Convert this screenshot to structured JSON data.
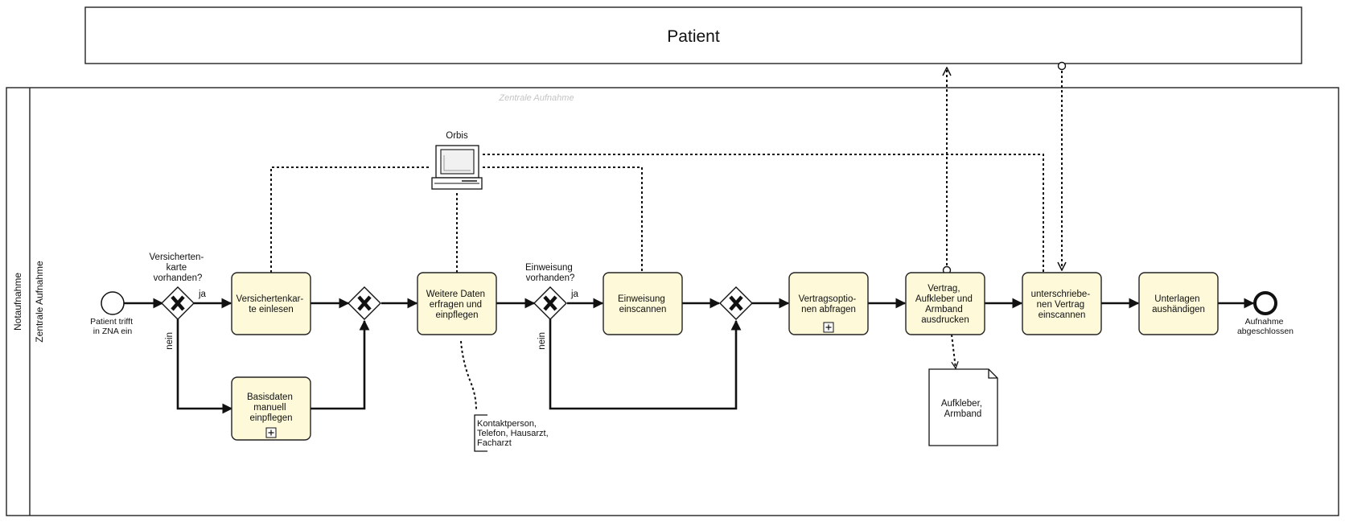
{
  "pool_patient": {
    "label": "Patient"
  },
  "pool_main": {
    "label": "Notaufnahme",
    "lane_label": "Zentrale Aufnahme",
    "lane_watermark": "Zentrale Aufnahme"
  },
  "events": {
    "start": [
      "Patient trifft",
      "in ZNA ein"
    ],
    "end": [
      "Aufnahme",
      "abgeschlossen"
    ]
  },
  "gateways": {
    "g1_question": [
      "Versicherten-",
      "karte",
      "vorhanden?"
    ],
    "g1_yes": "ja",
    "g1_no": "nein",
    "g3_question": [
      "Einweisung",
      "vorhanden?"
    ],
    "g3_yes": "ja",
    "g3_no": "nein"
  },
  "tasks": {
    "versichertenkarte": [
      "Versichertenkar-",
      "te einlesen"
    ],
    "basisdaten": [
      "Basisdaten",
      "manuell",
      "einpflegen"
    ],
    "weitere_daten": [
      "Weitere Daten",
      "erfragen und",
      "einpflegen"
    ],
    "einweisung": [
      "Einweisung",
      "einscannen"
    ],
    "vertragsoptionen": [
      "Vertragsoptio-",
      "nen abfragen"
    ],
    "vertrag": [
      "Vertrag,",
      "Aufkleber und",
      "Armband",
      "ausdrucken"
    ],
    "unterschrieben": [
      "unterschriebe-",
      "nen Vertrag",
      "einscannen"
    ],
    "unterlagen": [
      "Unterlagen",
      "aushändigen"
    ]
  },
  "system": {
    "label": "Orbis"
  },
  "document": {
    "label": [
      "Aufkleber,",
      "Armband"
    ]
  },
  "annotation": {
    "text": [
      "Kontaktperson,",
      "Telefon, Hausarzt,",
      "Facharzt"
    ]
  },
  "colors": {
    "task_fill": "#fdf9d9",
    "line": "#111111"
  }
}
